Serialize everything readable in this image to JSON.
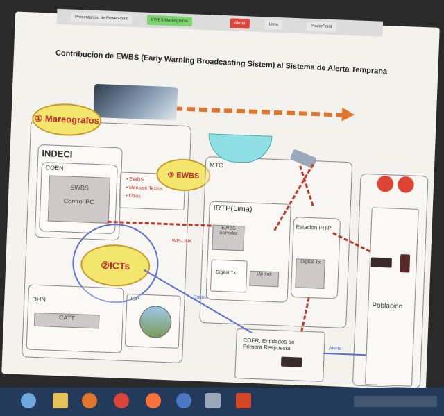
{
  "tabs": [
    {
      "label": "Presentación de PowerPoint"
    },
    {
      "label": "EWBS Mareógrafos"
    },
    {
      "label": "Alerta"
    },
    {
      "label": "Lima"
    },
    {
      "label": "PowerPoint"
    }
  ],
  "title": "Contribucion de EWBS (Early Warning Broadcasting Sistem) al Sistema de Alerta Temprana",
  "ovals": {
    "mareografos": "① Mareografos",
    "ewbs": "③ EWBS",
    "icts": "②ICTs"
  },
  "indeci": {
    "title": "INDECI",
    "coen": "COEN",
    "ewbs": "EWBS",
    "control_pc": "Control PC",
    "list": [
      "• EWBS",
      "• Mensaje Textos",
      "• Otros"
    ]
  },
  "mtc": {
    "title": "MTC",
    "irtp_lima": "IRTP(Lima)",
    "ewbs_servidor": "EWBS Servidor",
    "digital_tx": "Digital Tx",
    "uplink": "Up-link",
    "estacion": "Estacion IRTP",
    "digital_tx2": "Digital Tx"
  },
  "dhn": {
    "title": "DHN",
    "catt": "CATT"
  },
  "igp": "IGP",
  "coer": "COER, Entidades de Primera Respuesta",
  "poblacion": "Poblacion",
  "labels": {
    "we_link": "WE-LINK",
    "enlace": "Enlace",
    "alerta": "Alerta"
  },
  "colors": {
    "accent_red": "#c0392b",
    "oval_yellow": "#f3e66c",
    "arrow_orange": "#e1752c",
    "link_blue": "#5b6fd8"
  }
}
